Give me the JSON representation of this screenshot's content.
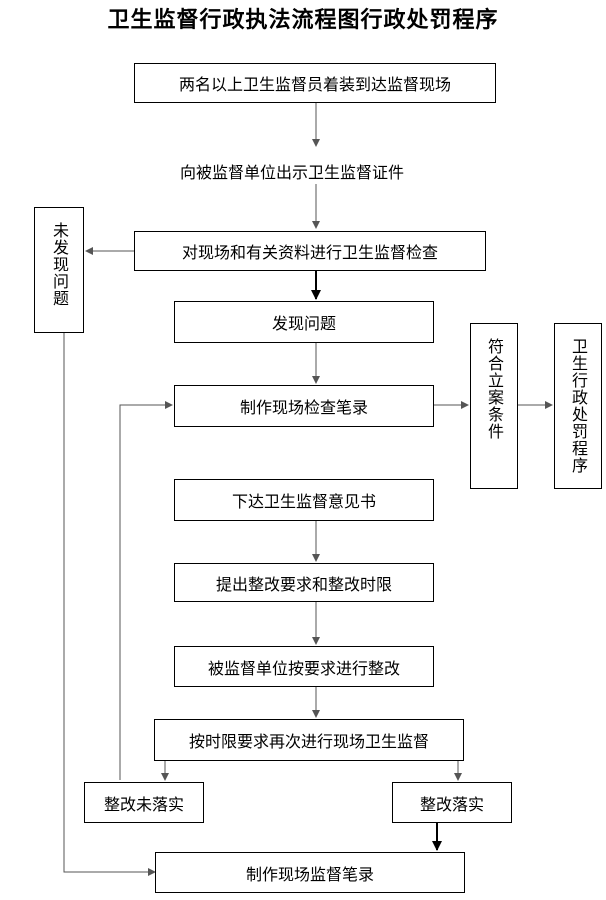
{
  "title": "卫生监督行政执法流程图行政处罚程序",
  "steps": {
    "arrival": "两名以上卫生监督员着装到达监督现场",
    "show_credentials": "向被监督单位出示卫生监督证件",
    "inspection": "对现场和有关资料进行卫生监督检查",
    "problem_found": "发现问题",
    "record": "制作现场检查笔录",
    "opinion_letter": "下达卫生监督意见书",
    "rectify_deadline": "提出整改要求和整改时限",
    "unit_rectifies": "被监督单位按要求进行整改",
    "re_inspect": "按时限要求再次进行现场卫生监督",
    "not_implemented": "整改未落实",
    "implemented": "整改落实",
    "final_record": "制作现场监督笔录",
    "no_problem": "未发现问题",
    "meets_filing": "符合立案条件",
    "admin_penalty": "卫生行政处罚程序"
  }
}
